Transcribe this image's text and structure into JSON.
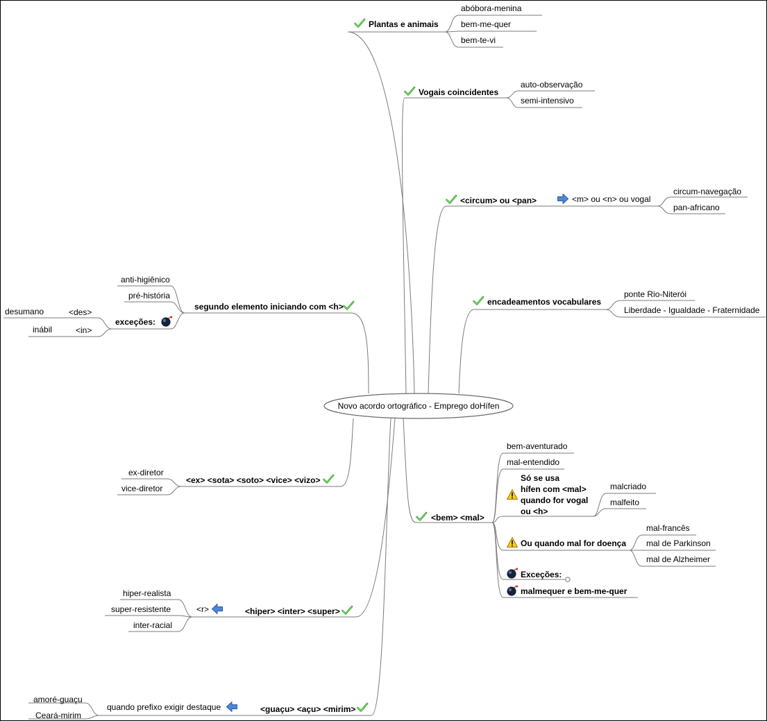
{
  "center": {
    "label": "Novo acordo ortográfico - Emprego doHífen"
  },
  "branches": {
    "plantas": {
      "label": "Plantas e animais",
      "items": [
        "abóbora-menina",
        "bem-me-quer",
        "bem-te-vi"
      ]
    },
    "vogais": {
      "label": "Vogais coincidentes",
      "items": [
        "auto-observação",
        "semi-intensivo"
      ]
    },
    "circum": {
      "label": "<circum> ou <pan>",
      "rule": "<m> ou <n> ou vogal",
      "items": [
        "circum-navegação",
        "pan-africano"
      ]
    },
    "encadeamentos": {
      "label": "encadeamentos vocabulares",
      "items": [
        "ponte Rio-Niterói",
        "Liberdade - Igualdade - Fraternidade"
      ]
    },
    "bemmal": {
      "label": "<bem> <mal>",
      "items": [
        "bem-aventurado",
        "mal-entendido"
      ],
      "note1": {
        "lines": [
          "Só se usa",
          "hífen com <mal>",
          "quando for vogal",
          "ou <h>"
        ],
        "items": [
          "malcriado",
          "malfeito"
        ]
      },
      "note2": {
        "label": "Ou quando mal for doença",
        "items": [
          "mal-francês",
          "mal de Parkinson",
          "mal de Alzheimer"
        ]
      },
      "exceptions_label": "Exceções:",
      "exception_item": "malmequer e bem-me-quer"
    },
    "segundo": {
      "label": "segundo elemento iniciando com <h>",
      "items": [
        "anti-higiênico",
        "pré-história"
      ],
      "exceptions_label": "exceções:",
      "exceptions": [
        {
          "prefix": "<des>",
          "example": "desumano"
        },
        {
          "prefix": "<in>",
          "example": "inábil"
        }
      ]
    },
    "ex": {
      "label": "<ex> <sota> <soto> <vice> <vizo>",
      "items": [
        "ex-diretor",
        "vice-diretor"
      ]
    },
    "hiper": {
      "label": "<hiper> <inter> <super>",
      "rule": "<r>",
      "items": [
        "hiper-realista",
        "super-resistente",
        "inter-racial"
      ]
    },
    "guacu": {
      "label": "<guaçu> <açu> <mirim>",
      "rule": "quando prefixo exigir destaque",
      "items": [
        "amoré-guaçu",
        "Ceará-mirim"
      ]
    }
  },
  "icons": {
    "check": "check-icon",
    "warning": "warning-icon",
    "bomb": "bomb-icon",
    "arrow_right": "arrow-right-icon",
    "arrow_left": "arrow-left-icon"
  },
  "colors": {
    "check": "#3aa82e",
    "warning": "#f2c200",
    "arrow": "#4a7fd0",
    "line": "#7a7a7a"
  }
}
